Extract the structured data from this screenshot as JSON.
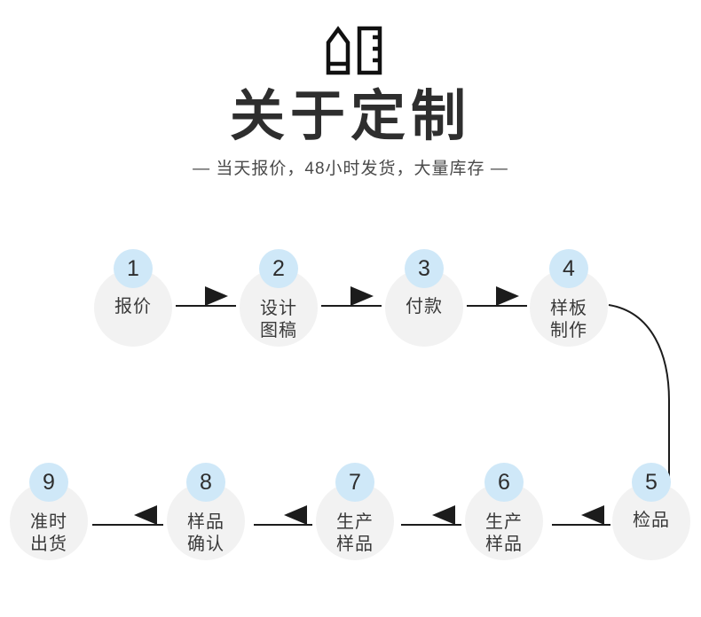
{
  "header": {
    "icon_name": "pencil-and-ruler-icon",
    "title": "关于定制",
    "subtitle": "— 当天报价，48小时发货，大量库存 —"
  },
  "colors": {
    "badge_blue": "#cfe8f8",
    "disc_gray": "#f2f2f2",
    "text_dark": "#2e2e2e",
    "line_dark": "#1c1c1c"
  },
  "flow": {
    "steps": [
      {
        "number": "1",
        "label_lines": [
          "报价"
        ],
        "row": "top"
      },
      {
        "number": "2",
        "label_lines": [
          "设计",
          "图稿"
        ],
        "row": "top"
      },
      {
        "number": "3",
        "label_lines": [
          "付款"
        ],
        "row": "top"
      },
      {
        "number": "4",
        "label_lines": [
          "样板",
          "制作"
        ],
        "row": "top"
      },
      {
        "number": "5",
        "label_lines": [
          "检品"
        ],
        "row": "bottom"
      },
      {
        "number": "6",
        "label_lines": [
          "生产",
          "样品"
        ],
        "row": "bottom"
      },
      {
        "number": "7",
        "label_lines": [
          "生产",
          "样品"
        ],
        "row": "bottom"
      },
      {
        "number": "8",
        "label_lines": [
          "样品",
          "确认"
        ],
        "row": "bottom"
      },
      {
        "number": "9",
        "label_lines": [
          "准时",
          "出货"
        ],
        "row": "bottom"
      }
    ]
  }
}
